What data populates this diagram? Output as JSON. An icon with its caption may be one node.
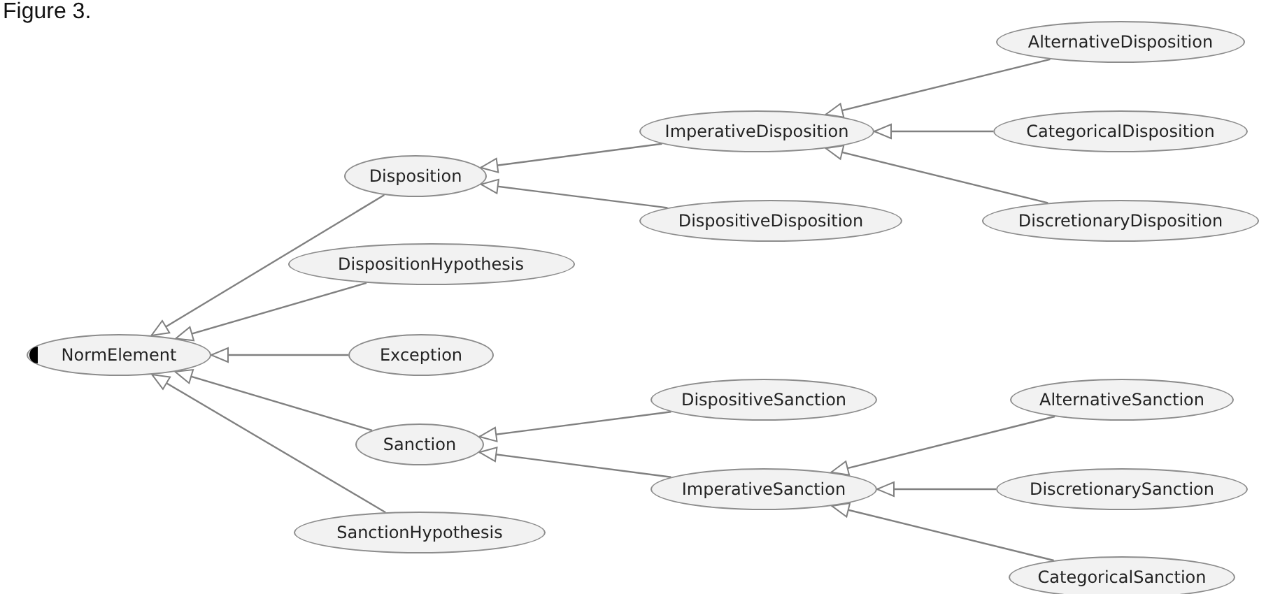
{
  "diagram": {
    "title": "Figure 3.",
    "nodes": [
      {
        "text": [
          "NormElement"
        ]
      },
      {
        "text": [
          "Disposition"
        ]
      },
      {
        "text": [
          "DispositionHypothesis"
        ]
      },
      {
        "text": [
          "Exception"
        ]
      },
      {
        "text": [
          "Sanction"
        ]
      },
      {
        "text": [
          "SanctionHypothesis"
        ]
      },
      {
        "text": [
          "ImperativeDisposition"
        ]
      },
      {
        "text": [
          "DispositiveDisposition"
        ]
      },
      {
        "text": [
          "AlternativeDisposition"
        ]
      },
      {
        "text": [
          "CategoricalDisposition"
        ]
      },
      {
        "text": [
          "DiscretionaryDisposition"
        ]
      },
      {
        "text": [
          "DispositiveSanction"
        ]
      },
      {
        "text": [
          "ImperativeSanction"
        ]
      },
      {
        "text": [
          "AlternativeSanction"
        ]
      },
      {
        "text": [
          "DiscretionarySanction"
        ]
      },
      {
        "text": [
          "CategoricalSanction"
        ]
      }
    ],
    "edges": [
      {
        "from": 1,
        "to": 0,
        "arrow": "to"
      },
      {
        "from": 2,
        "to": 0,
        "arrow": "to"
      },
      {
        "from": 3,
        "to": 0,
        "arrow": "to"
      },
      {
        "from": 4,
        "to": 0,
        "arrow": "to"
      },
      {
        "from": 5,
        "to": 0,
        "arrow": "to"
      },
      {
        "from": 6,
        "to": 1,
        "arrow": "to"
      },
      {
        "from": 7,
        "to": 1,
        "arrow": "to"
      },
      {
        "from": 8,
        "to": 6,
        "arrow": "to"
      },
      {
        "from": 9,
        "to": 6,
        "arrow": "to"
      },
      {
        "from": 10,
        "to": 6,
        "arrow": "to"
      },
      {
        "from": 11,
        "to": 4,
        "arrow": "to"
      },
      {
        "from": 12,
        "to": 4,
        "arrow": "to"
      },
      {
        "from": 13,
        "to": 12,
        "arrow": "to"
      },
      {
        "from": 14,
        "to": 12,
        "arrow": "to"
      },
      {
        "from": 15,
        "to": 12,
        "arrow": "to"
      }
    ]
  }
}
